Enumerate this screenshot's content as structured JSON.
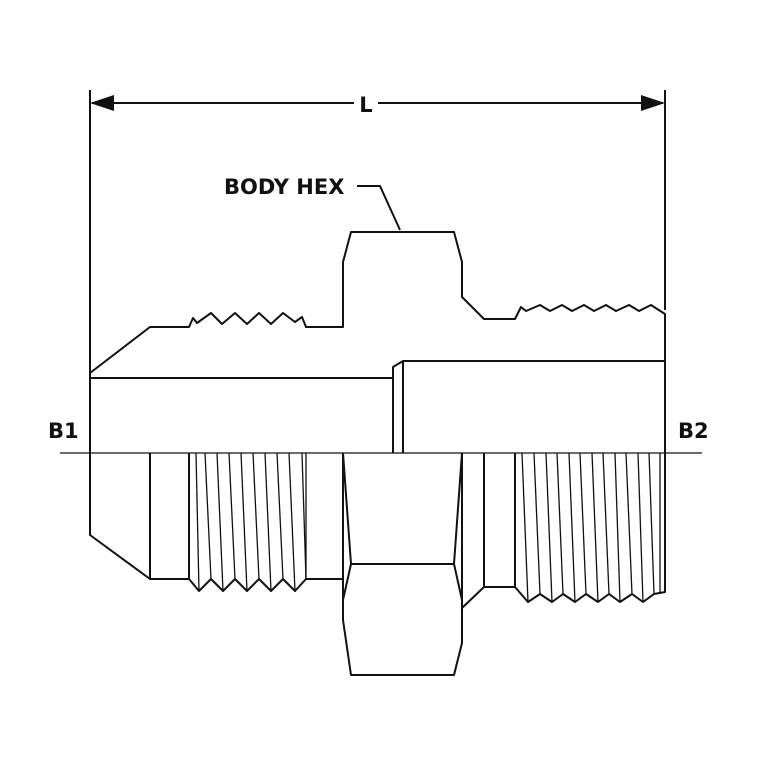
{
  "title": "Straight adapter fitting cross-section drawing",
  "labels": {
    "length": "L",
    "body_hex": "BODY HEX",
    "end_1": "B1",
    "end_2": "B2"
  },
  "colors": {
    "line": "#111111",
    "background": "#ffffff"
  }
}
